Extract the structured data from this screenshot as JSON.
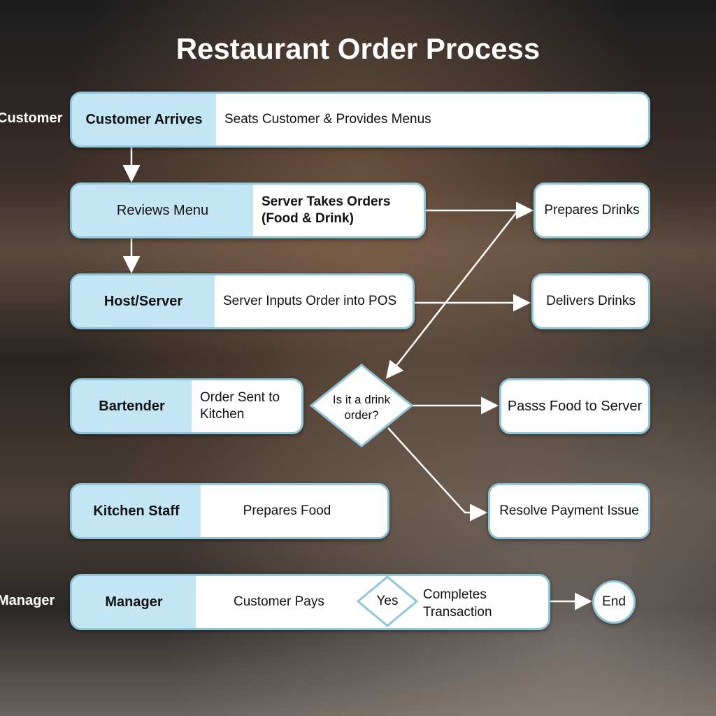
{
  "title": "Restaurant Order Process",
  "lanes": {
    "customer": "Customer",
    "manager": "Manager"
  },
  "rows": [
    {
      "left": "Customer Arrives",
      "right": "Seats Customer & Provides Menus"
    },
    {
      "left": "Reviews Menu",
      "right": "Server Takes Orders (Food & Drink)"
    },
    {
      "left": "Host/Server",
      "right": "Server Inputs Order into POS"
    },
    {
      "left": "Bartender",
      "right": "Order Sent to Kitchen"
    },
    {
      "left": "Kitchen Staff",
      "right": "Prepares Food"
    },
    {
      "left": "Manager",
      "right": "Customer Pays"
    }
  ],
  "side": {
    "prepares_drinks": "Prepares Drinks",
    "delivers_drinks": "Delivers Drinks",
    "pass_food": "Passs Food to Server",
    "resolve": "Resolve Payment Issue",
    "end": "End"
  },
  "decision": "Is it a drink order?",
  "yes": "Yes",
  "completes": "Completes Transaction"
}
